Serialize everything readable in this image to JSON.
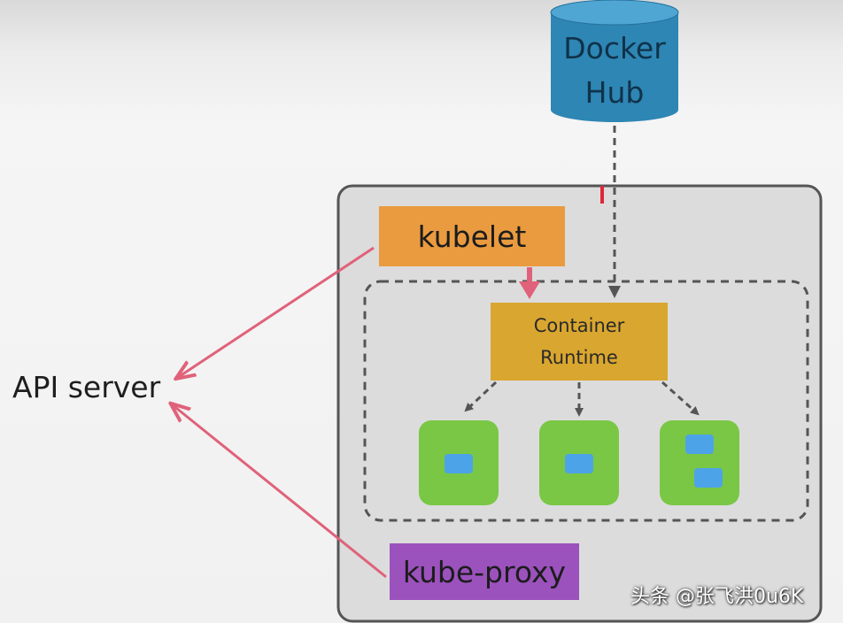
{
  "docker_hub": {
    "label": "Docker\nHub"
  },
  "kubelet": {
    "label": "kubelet"
  },
  "container_runtime": {
    "label": "Container\nRuntime"
  },
  "kube_proxy": {
    "label": "kube-proxy"
  },
  "api_server": {
    "label": "API server"
  },
  "watermark": {
    "text": "头条 @张飞洪0u6K"
  },
  "pods": [
    {
      "containers": 1
    },
    {
      "containers": 1
    },
    {
      "containers": 2
    }
  ],
  "colors": {
    "node_fill": "#dcdcdc",
    "node_border": "#555555",
    "docker_hub": "#2e86b4",
    "kubelet": "#ea9b3f",
    "container_runtime": "#d9a62f",
    "kube_proxy": "#9b52bd",
    "pod": "#79c745",
    "container": "#4da3e7",
    "api_arrow": "#e0627a",
    "dashed_arrow": "#555555"
  }
}
